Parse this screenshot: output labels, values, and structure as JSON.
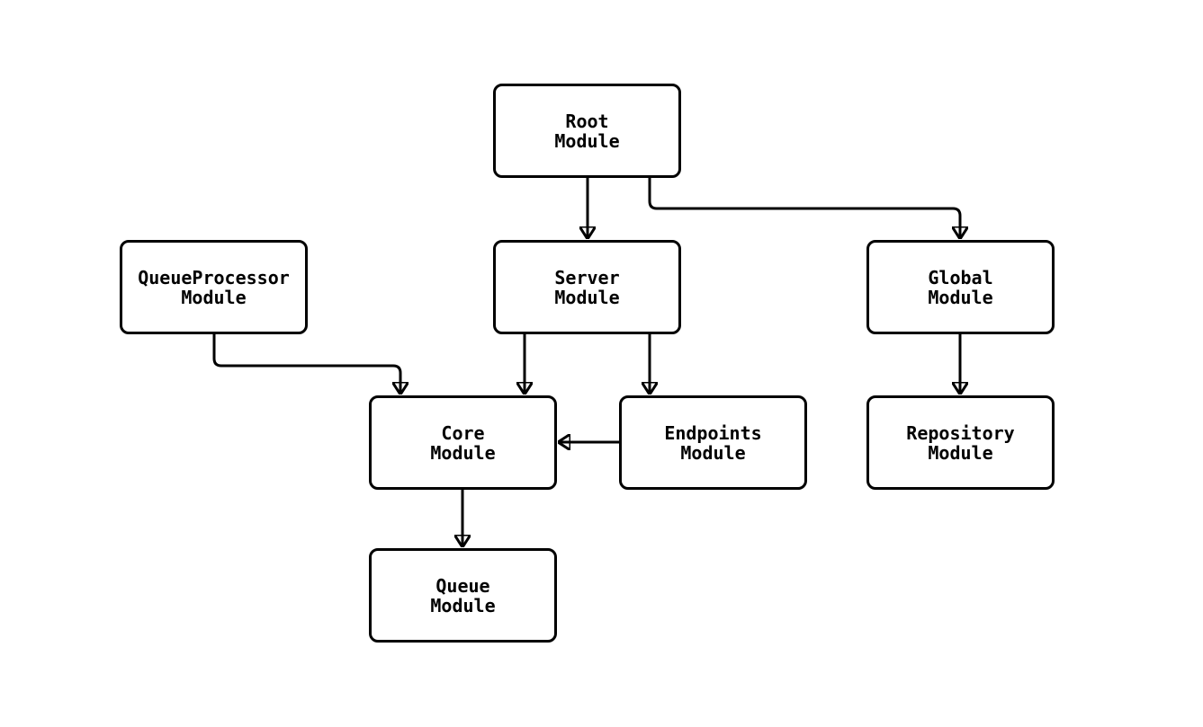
{
  "diagram": {
    "type": "module-dependency-flowchart",
    "background_color": "#ffffff",
    "node_fill_color": "#ffffff",
    "node_border_color": "#000000",
    "text_color": "#000000",
    "edge_color": "#000000",
    "nodes": {
      "root": {
        "line1": "Root",
        "line2": "Module"
      },
      "server": {
        "line1": "Server",
        "line2": "Module"
      },
      "global": {
        "line1": "Global",
        "line2": "Module"
      },
      "queueprocessor": {
        "line1": "QueueProcessor",
        "line2": "Module"
      },
      "core": {
        "line1": "Core",
        "line2": "Module"
      },
      "endpoints": {
        "line1": "Endpoints",
        "line2": "Module"
      },
      "repository": {
        "line1": "Repository",
        "line2": "Module"
      },
      "queue": {
        "line1": "Queue",
        "line2": "Module"
      }
    },
    "edges": [
      {
        "from": "Root Module",
        "to": "Server Module"
      },
      {
        "from": "Root Module",
        "to": "Global Module"
      },
      {
        "from": "Server Module",
        "to": "Core Module"
      },
      {
        "from": "Server Module",
        "to": "Endpoints Module"
      },
      {
        "from": "QueueProcessor Module",
        "to": "Core Module"
      },
      {
        "from": "Endpoints Module",
        "to": "Core Module"
      },
      {
        "from": "Global Module",
        "to": "Repository Module"
      },
      {
        "from": "Core Module",
        "to": "Queue Module"
      }
    ]
  }
}
